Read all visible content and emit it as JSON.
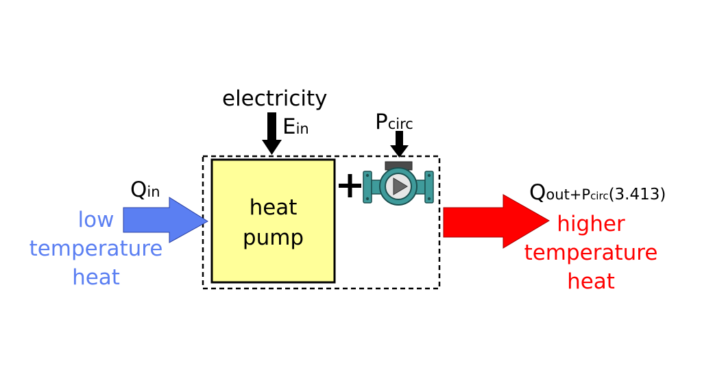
{
  "inputs": {
    "electricity_label": "electricity",
    "E_symbol": "E",
    "E_subscript": "in",
    "P_symbol": "P",
    "P_subscript": "circ"
  },
  "heat_pump": {
    "line1": "heat",
    "line2": "pump"
  },
  "plus_sign": "+",
  "source": {
    "Q_symbol": "Q",
    "Q_subscript": "in",
    "line1": "low",
    "line2": "temperature",
    "line3": "heat"
  },
  "output": {
    "Q_symbol": "Q",
    "Q_subscript_1": "out+P",
    "Q_subscript_2": "circ",
    "Q_factor": "(3.413)",
    "line1": "higher",
    "line2": "temperature",
    "line3": "heat"
  },
  "colors": {
    "input_arrow": "#5b7ff2",
    "output_arrow": "#ff0000",
    "heat_pump_fill": "#ffff99",
    "pump_body": "#3f9b9b",
    "cold_text": "#5b7ff2",
    "hot_text": "#ff0000"
  },
  "icons": {
    "pump": "circulator-pump-icon",
    "electricity_arrow": "down-arrow-icon",
    "pcirc_arrow": "down-arrow-icon"
  }
}
